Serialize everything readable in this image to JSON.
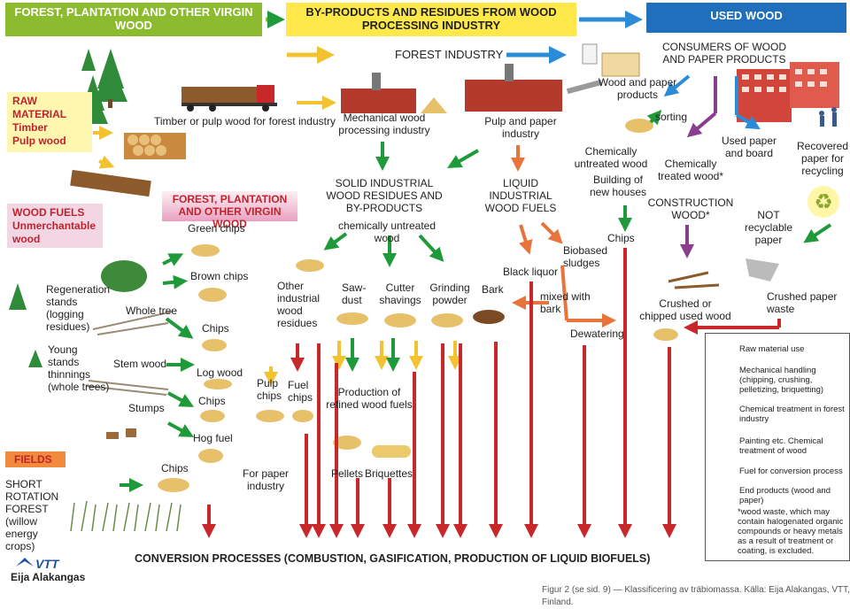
{
  "headers": {
    "forest": "FOREST, PLANTATION AND OTHER VIRGIN WOOD",
    "byproducts": "BY-PRODUCTS AND RESIDUES FROM WOOD PROCESSING INDUSTRY",
    "used_wood": "USED WOOD"
  },
  "colors": {
    "forest_header": "#8dbb2f",
    "byproducts_header": "#ffe94a",
    "used_header": "#1f6fbd",
    "raw_material_use": "#f2c230",
    "mechanical_handling": "#1e9a3a",
    "chemical_treatment": "#e8743b",
    "painting": "#8a3e8f",
    "fuel_conversion": "#c8282a",
    "end_products": "#2a8bd6"
  },
  "labels": {
    "forest_industry": "FOREST INDUSTRY",
    "consumers": "CONSUMERS OF WOOD AND PAPER PRODUCTS",
    "raw_material": "RAW MATERIAL",
    "timber": "Timber",
    "pulp_wood": "Pulp wood",
    "timber_pulp": "Timber or pulp wood for forest industry",
    "mechanical_industry": "Mechanical wood processing industry",
    "pulp_paper_industry": "Pulp and paper industry",
    "wood_paper_products": "Wood and paper products",
    "sorting": "sorting",
    "used_paper": "Used paper and board",
    "recovered_paper": "Recovered paper for recycling",
    "wood_fuels": "WOOD FUELS",
    "unmerchantable": "Unmerchantable wood",
    "forest_box": "FOREST, PLANTATION AND OTHER VIRGIN WOOD",
    "green_chips": "Green chips",
    "solid_residues": "SOLID INDUSTRIAL WOOD RESIDUES AND BY-PRODUCTS",
    "chem_untreated_wood": "chemically untreated wood",
    "liquid_fuels": "LIQUID INDUSTRIAL WOOD FUELS",
    "chem_untreated": "Chemically untreated wood",
    "building": "Building of new houses",
    "chem_treated": "Chemically treated wood*",
    "construction_wood": "CONSTRUCTION WOOD*",
    "not_recyclable": "NOT recyclable paper",
    "chips_right": "Chips",
    "regeneration": "Regeneration stands (logging residues)",
    "whole_tree": "Whole tree",
    "brown_chips": "Brown chips",
    "other_residues": "Other industrial wood residues",
    "sawdust": "Saw-dust",
    "cutter": "Cutter shavings",
    "grinding": "Grinding powder",
    "bark": "Bark",
    "black_liquor": "Black liquor",
    "biobased": "Biobased sludges",
    "mixed_bark": "mixed with bark",
    "dewatering": "Dewatering",
    "crushed_chipped": "Crushed or chipped used wood",
    "crushed_paper": "Crushed paper waste",
    "young_stands": "Young stands thinnings (whole trees)",
    "stem_wood": "Stem wood",
    "chips_a": "Chips",
    "log_wood": "Log wood",
    "stumps": "Stumps",
    "chips_b": "Chips",
    "pulp_chips": "Pulp chips",
    "fuel_chips": "Fuel chips",
    "refined": "Production of refined wood fuels",
    "hog_fuel": "Hog fuel",
    "fields": "FIELDS",
    "short_rotation": "SHORT ROTATION FOREST (willow energy crops)",
    "chips_fields": "Chips",
    "paper_industry": "For paper industry",
    "pellets": "Pellets",
    "briquettes": "Briquettes",
    "conversion": "CONVERSION PROCESSES (COMBUSTION, GASIFICATION, PRODUCTION OF LIQUID BIOFUELS)",
    "vtt": "VTT",
    "author": "Eija Alakangas",
    "caption": "Figur 2 (se sid. 9) — Klassificering av träbiomassa. Källa: Eija Alakangas, VTT, Finland."
  },
  "legend": [
    {
      "label": "Raw material use",
      "color": "#f2c230"
    },
    {
      "label": "Mechanical handling (chipping, crushing, pelletizing, briquetting)",
      "color": "#1e9a3a"
    },
    {
      "label": "Chemical treatment in forest industry",
      "color": "#e8743b"
    },
    {
      "label": "Painting etc. Chemical treatment of wood",
      "color": "#8a3e8f"
    },
    {
      "label": "Fuel for conversion process",
      "color": "#c8282a"
    },
    {
      "label": "End products (wood and paper)",
      "color": "#2a8bd6"
    }
  ],
  "footnote": "*wood waste, which may contain halogenated organic compounds or heavy metals as a result of treatment or coating, is excluded."
}
